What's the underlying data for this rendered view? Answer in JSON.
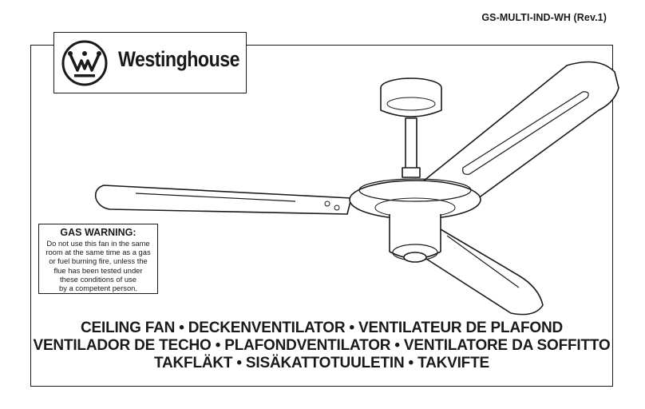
{
  "header": {
    "doc_code": "GS-MULTI-IND-WH (Rev.1)"
  },
  "brand": {
    "name": "Westinghouse",
    "logo_icon": "westinghouse-w-logo"
  },
  "illustration": {
    "icon": "ceiling-fan-drawing"
  },
  "gas_warning": {
    "title": "GAS WARNING:",
    "lines": [
      "Do not use this fan in the same",
      "room at the same time as a gas",
      "or fuel burning fire, unless the",
      "flue has been tested under",
      "these conditions of use",
      "by a competent person."
    ]
  },
  "titles": [
    "CEILING FAN • DECKENVENTILATOR • VENTILATEUR DE PLAFOND",
    "VENTILADOR DE TECHO • PLAFONDVENTILATOR • VENTILATORE DA SOFFITTO",
    "TAKFLÄKT • SISÄKATTOTUULETIN • TAKVIFTE"
  ]
}
